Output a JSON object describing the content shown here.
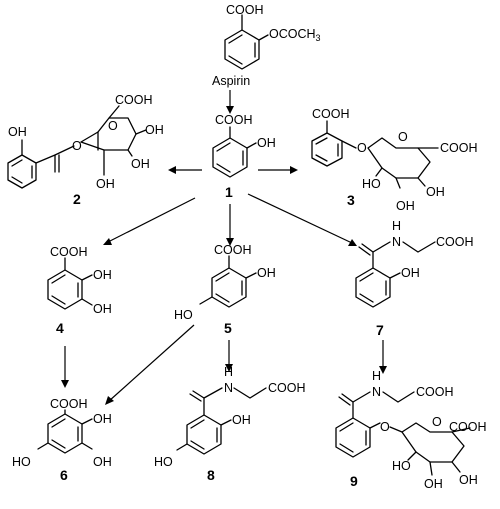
{
  "aspirin": {
    "cooh": "COOH",
    "ester": "OCOCH3",
    "name": "Aspirin"
  },
  "c1": {
    "number": "1",
    "cooh": "COOH",
    "oh": "OH"
  },
  "c2": {
    "number": "2",
    "cooh": "COOH",
    "oh_phenol": "OH",
    "o_ester": "O",
    "o_ring": "O",
    "oh_a": "OH",
    "oh_b": "OH",
    "oh_c": "OH"
  },
  "c3": {
    "number": "3",
    "cooh_aryl": "COOH",
    "o_link": "O",
    "o_ring": "O",
    "cooh_sugar": "COOH",
    "oh_a": "HO",
    "oh_b": "OH",
    "oh_c": "OH"
  },
  "c4": {
    "number": "4",
    "cooh": "COOH",
    "oh_a": "OH",
    "oh_b": "OH"
  },
  "c5": {
    "number": "5",
    "cooh": "COOH",
    "oh_a": "OH",
    "ho": "HO"
  },
  "c6": {
    "number": "6",
    "cooh": "COOH",
    "oh_a": "OH",
    "oh_b": "OH",
    "ho": "HO"
  },
  "c7": {
    "number": "7",
    "nh": "H",
    "n": "N",
    "cooh": "COOH",
    "oh": "OH"
  },
  "c8": {
    "number": "8",
    "nh": "H",
    "n": "N",
    "cooh": "COOH",
    "oh": "OH",
    "ho": "HO"
  },
  "c9": {
    "number": "9",
    "nh": "H",
    "n": "N",
    "cooh": "COOH",
    "o_link": "O",
    "o_ring": "O",
    "cooh_sugar": "COOH",
    "oh_a": "HO",
    "oh_b": "OH",
    "oh_c": "OH"
  }
}
